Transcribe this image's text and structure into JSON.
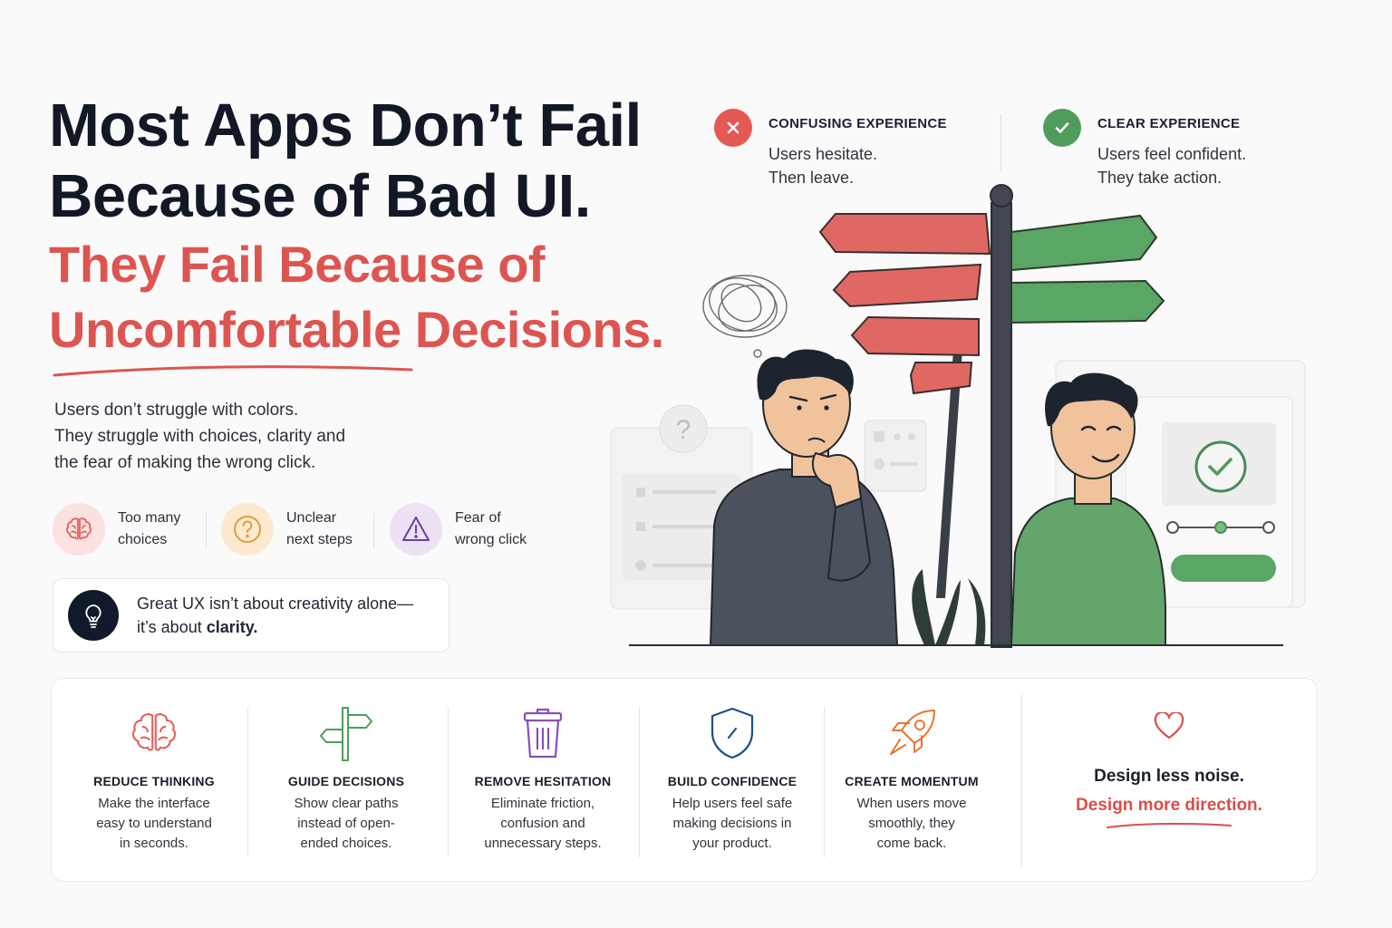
{
  "headline": {
    "line1": "Most Apps Don’t Fail",
    "line2": "Because of Bad UI.",
    "line3": "They Fail Because of",
    "line4": "Uncomfortable Decisions."
  },
  "lede": {
    "line1": "Users don’t struggle with colors.",
    "line2": "They struggle with choices, clarity and",
    "line3": "the fear of making the wrong click."
  },
  "struggles": [
    {
      "icon": "brain-icon",
      "line1": "Too many",
      "line2": "choices",
      "color": "#e5615b"
    },
    {
      "icon": "question-icon",
      "line1": "Unclear",
      "line2": "next steps",
      "color": "#e39b3c"
    },
    {
      "icon": "warning-icon",
      "line1": "Fear of",
      "line2": "wrong click",
      "color": "#7b4fb5"
    }
  ],
  "tip": {
    "icon": "lightbulb-icon",
    "line1": "Great UX isn’t about creativity alone—",
    "line2_prefix": "it’s about ",
    "line2_bold": "clarity."
  },
  "experiences": {
    "confusing": {
      "title": "CONFUSING EXPERIENCE",
      "line1": "Users hesitate.",
      "line2": "Then leave.",
      "color": "#e35a55"
    },
    "clear": {
      "title": "CLEAR EXPERIENCE",
      "line1": "Users feel confident.",
      "line2": "They take action.",
      "color": "#4f9d5c"
    }
  },
  "pillars": [
    {
      "icon": "brain-icon",
      "title": "REDUCE THINKING",
      "line1": "Make the interface",
      "line2": "easy to understand",
      "line3": "in seconds.",
      "color": "#e5615b"
    },
    {
      "icon": "signpost-icon",
      "title": "GUIDE DECISIONS",
      "line1": "Show clear paths",
      "line2": "instead of open-",
      "line3": "ended choices.",
      "color": "#4f9d5c"
    },
    {
      "icon": "trash-icon",
      "title": "REMOVE HESITATION",
      "line1": "Eliminate friction,",
      "line2": "confusion and",
      "line3": "unnecessary steps.",
      "color": "#8a4fb8"
    },
    {
      "icon": "shield-check-icon",
      "title": "BUILD CONFIDENCE",
      "line1": "Help users feel safe",
      "line2": "making decisions in",
      "line3": "your product.",
      "color": "#1f4f8a"
    },
    {
      "icon": "rocket-icon",
      "title": "CREATE MOMENTUM",
      "line1": "When users move",
      "line2": "smoothly, they",
      "line3": "come back.",
      "color": "#e8762d"
    }
  ],
  "closing": {
    "icon": "heart-icon",
    "line1": "Design less noise.",
    "line2": "Design more direction.",
    "color": "#dd4d47"
  }
}
